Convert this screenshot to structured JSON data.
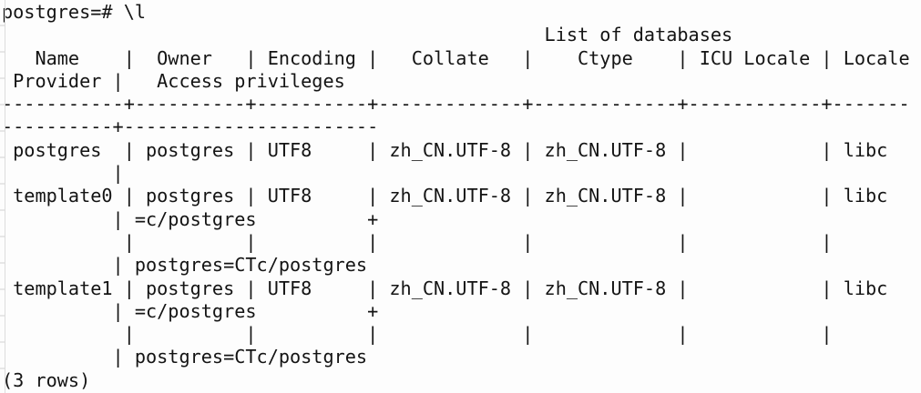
{
  "colors": {
    "background": "#fdfdfd",
    "text": "#141414",
    "gutter_line": "#dcdcdc"
  },
  "terminal": {
    "prompt": "postgres=#",
    "command": "\\l",
    "display_lines": [
      "postgres=# \\l",
      "                                                 List of databases",
      "   Name    |  Owner   | Encoding |   Collate   |    Ctype    | ICU Locale | Locale",
      " Provider |   Access privileges",
      "-----------+----------+----------+-------------+-------------+------------+-------",
      "----------+-----------------------",
      " postgres  | postgres | UTF8     | zh_CN.UTF-8 | zh_CN.UTF-8 |            | libc",
      "          |",
      " template0 | postgres | UTF8     | zh_CN.UTF-8 | zh_CN.UTF-8 |            | libc",
      "          | =c/postgres          +",
      "           |          |          |             |             |            |",
      "          | postgres=CTc/postgres",
      " template1 | postgres | UTF8     | zh_CN.UTF-8 | zh_CN.UTF-8 |            | libc",
      "          | =c/postgres          +",
      "           |          |          |             |             |            |",
      "          | postgres=CTc/postgres",
      "(3 rows)"
    ]
  },
  "table": {
    "title": "List of databases",
    "columns": [
      "Name",
      "Owner",
      "Encoding",
      "Collate",
      "Ctype",
      "ICU Locale",
      "Locale Provider",
      "Access privileges"
    ],
    "rows": [
      {
        "name": "postgres",
        "owner": "postgres",
        "encoding": "UTF8",
        "collate": "zh_CN.UTF-8",
        "ctype": "zh_CN.UTF-8",
        "icu_locale": "",
        "locale_provider": "libc",
        "access_privileges": ""
      },
      {
        "name": "template0",
        "owner": "postgres",
        "encoding": "UTF8",
        "collate": "zh_CN.UTF-8",
        "ctype": "zh_CN.UTF-8",
        "icu_locale": "",
        "locale_provider": "libc",
        "access_privileges": "=c/postgres\npostgres=CTc/postgres"
      },
      {
        "name": "template1",
        "owner": "postgres",
        "encoding": "UTF8",
        "collate": "zh_CN.UTF-8",
        "ctype": "zh_CN.UTF-8",
        "icu_locale": "",
        "locale_provider": "libc",
        "access_privileges": "=c/postgres\npostgres=CTc/postgres"
      }
    ],
    "row_count_label": "(3 rows)"
  }
}
